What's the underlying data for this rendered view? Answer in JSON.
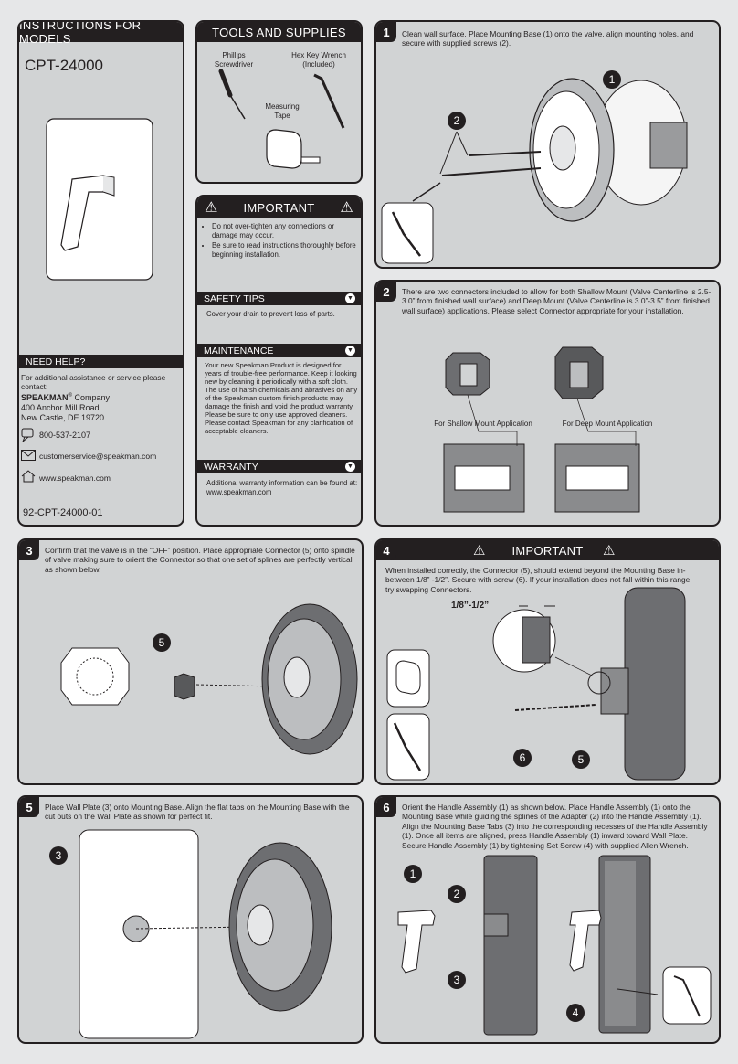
{
  "left": {
    "header": "INSTRUCTIONS FOR MODELS",
    "model": "CPT-24000",
    "help_header": "NEED HELP?",
    "help_intro": "For additional assistance or service please contact:",
    "brand": "SPEAKMAN",
    "brand_mark": "®",
    "company": " Company",
    "address1": "400 Anchor Mill Road",
    "address2": "New Castle, DE 19720",
    "phone": "800-537-2107",
    "email": "customerservice@speakman.com",
    "web": "www.speakman.com",
    "doc_number": "92-CPT-24000-01"
  },
  "tools": {
    "header": "TOOLS AND SUPPLIES",
    "phillips": "Phillips Screwdriver",
    "hexkey": "Hex Key Wrench (Included)",
    "tape": "Measuring Tape"
  },
  "important": {
    "header": "IMPORTANT",
    "bullets": [
      "Do not over-tighten any connections or damage may occur.",
      "Be sure to read instructions thoroughly before beginning installation."
    ],
    "safety_header": "SAFETY TIPS",
    "safety_text": "Cover your drain to prevent loss of parts.",
    "maint_header": "MAINTENANCE",
    "maint_text": "Your new Speakman Product is designed for years of trouble-free performance. Keep it looking new by cleaning it periodically with a soft cloth. The use of harsh chemicals and abrasives on any of the Speakman custom finish products may damage the finish and void the product warranty. Please be sure to only use approved cleaners. Please contact Speakman for any clarification of acceptable cleaners.",
    "warranty_header": "WARRANTY",
    "warranty_text": "Additional warranty information can be found at: www.speakman.com"
  },
  "steps": {
    "s1": {
      "num": "1",
      "text": "Clean wall surface. Place Mounting Base (1) onto the valve, align mounting holes, and secure with supplied screws (2).",
      "c1": "1",
      "c2": "2"
    },
    "s2": {
      "num": "2",
      "text": "There are two connectors included to allow for both Shallow Mount (Valve Centerline is 2.5-3.0” from finished wall surface) and Deep Mount (Valve Centerline is 3.0”-3.5” from finished wall surface) applications. Please select Connector appropriate for your installation.",
      "shallow": "For Shallow Mount Application",
      "deep": "For Deep Mount Application"
    },
    "s3": {
      "num": "3",
      "text": "Confirm that the valve is in the “OFF” position. Place appropriate Connector (5) onto spindle of valve making sure to orient the Connector so that one set of splines are perfectly vertical as shown below.",
      "c5": "5"
    },
    "s4": {
      "num": "4",
      "header": "IMPORTANT",
      "text": "When installed correctly, the Connector (5), should extend beyond the Mounting Base in-between 1/8” -1/2”. Secure with screw (6). If your installation does not fall within this range, try swapping Connectors.",
      "dim": "1/8”-1/2”",
      "c6": "6",
      "c5": "5"
    },
    "s5": {
      "num": "5",
      "text": "Place Wall Plate (3) onto Mounting Base. Align the flat tabs on the Mounting Base with the cut outs on the Wall Plate as shown for perfect fit.",
      "c3": "3"
    },
    "s6": {
      "num": "6",
      "text": "Orient the Handle Assembly (1) as shown below. Place Handle Assembly (1) onto the Mounting Base while guiding the splines of the Adapter (2) into the Handle Assembly (1). Align the Mounting Base Tabs (3) into the corresponding recesses of the Handle Assembly (1). Once all items are aligned, press Handle Assembly (1) inward toward Wall Plate. Secure Handle Assembly (1) by tightening Set Screw (4) with supplied Allen Wrench.",
      "c1": "1",
      "c2": "2",
      "c3": "3",
      "c4": "4"
    }
  }
}
